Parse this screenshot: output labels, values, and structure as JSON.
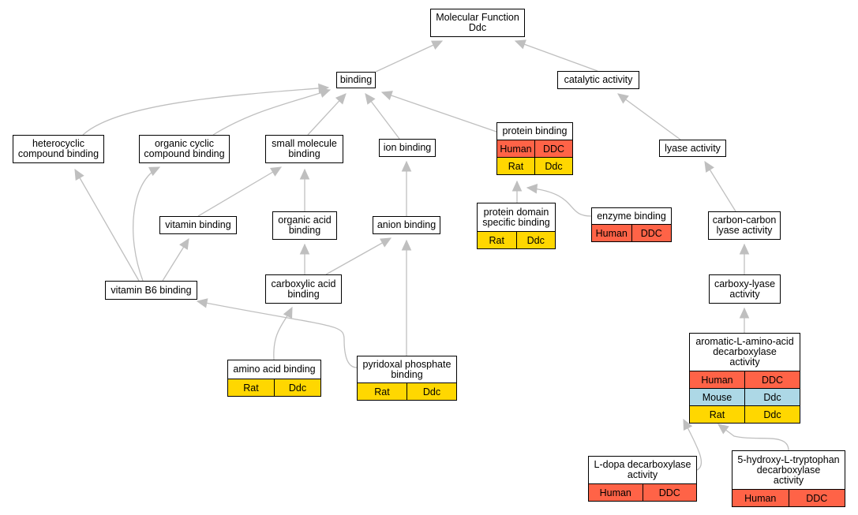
{
  "graph": {
    "colors": {
      "edge": "#bfbfbf",
      "human": "#ff6347",
      "mouse": "#add8e6",
      "rat": "#ffd700",
      "node_border": "#000000",
      "node_background": "#ffffff"
    },
    "nodes": [
      {
        "id": "molecular_function",
        "label": "Molecular Function\nDdc",
        "annotations": []
      },
      {
        "id": "binding",
        "label": "binding",
        "annotations": []
      },
      {
        "id": "catalytic_activity",
        "label": "catalytic activity",
        "annotations": []
      },
      {
        "id": "heterocyclic_compound_binding",
        "label": "heterocyclic\ncompound binding",
        "annotations": []
      },
      {
        "id": "organic_cyclic_compound_binding",
        "label": "organic cyclic\ncompound binding",
        "annotations": []
      },
      {
        "id": "small_molecule_binding",
        "label": "small molecule\nbinding",
        "annotations": []
      },
      {
        "id": "ion_binding",
        "label": "ion binding",
        "annotations": []
      },
      {
        "id": "protein_binding",
        "label": "protein binding",
        "annotations": [
          {
            "species": "Human",
            "gene": "DDC",
            "color": "human"
          },
          {
            "species": "Rat",
            "gene": "Ddc",
            "color": "rat"
          }
        ]
      },
      {
        "id": "lyase_activity",
        "label": "lyase activity",
        "annotations": []
      },
      {
        "id": "vitamin_binding",
        "label": "vitamin binding",
        "annotations": []
      },
      {
        "id": "organic_acid_binding",
        "label": "organic acid\nbinding",
        "annotations": []
      },
      {
        "id": "anion_binding",
        "label": "anion binding",
        "annotations": []
      },
      {
        "id": "protein_domain_specific_binding",
        "label": "protein domain\nspecific binding",
        "annotations": [
          {
            "species": "Rat",
            "gene": "Ddc",
            "color": "rat"
          }
        ]
      },
      {
        "id": "enzyme_binding",
        "label": "enzyme binding",
        "annotations": [
          {
            "species": "Human",
            "gene": "DDC",
            "color": "human"
          }
        ]
      },
      {
        "id": "carbon_carbon_lyase_activity",
        "label": "carbon-carbon\nlyase activity",
        "annotations": []
      },
      {
        "id": "vitamin_b6_binding",
        "label": "vitamin B6 binding",
        "annotations": []
      },
      {
        "id": "carboxylic_acid_binding",
        "label": "carboxylic acid\nbinding",
        "annotations": []
      },
      {
        "id": "carboxy_lyase_activity",
        "label": "carboxy-lyase\nactivity",
        "annotations": []
      },
      {
        "id": "amino_acid_binding",
        "label": "amino acid binding",
        "annotations": [
          {
            "species": "Rat",
            "gene": "Ddc",
            "color": "rat"
          }
        ]
      },
      {
        "id": "pyridoxal_phosphate_binding",
        "label": "pyridoxal phosphate\nbinding",
        "annotations": [
          {
            "species": "Rat",
            "gene": "Ddc",
            "color": "rat"
          }
        ]
      },
      {
        "id": "aromatic_l_amino_acid_decarboxylase_activity",
        "label": "aromatic-L-amino-acid\ndecarboxylase\nactivity",
        "annotations": [
          {
            "species": "Human",
            "gene": "DDC",
            "color": "human"
          },
          {
            "species": "Mouse",
            "gene": "Ddc",
            "color": "mouse"
          },
          {
            "species": "Rat",
            "gene": "Ddc",
            "color": "rat"
          }
        ]
      },
      {
        "id": "l_dopa_decarboxylase_activity",
        "label": "L-dopa decarboxylase\nactivity",
        "annotations": [
          {
            "species": "Human",
            "gene": "DDC",
            "color": "human"
          }
        ]
      },
      {
        "id": "5_hydroxy_l_tryptophan_decarboxylase_activity",
        "label": "5-hydroxy-L-tryptophan\ndecarboxylase\nactivity",
        "annotations": [
          {
            "species": "Human",
            "gene": "DDC",
            "color": "human"
          }
        ]
      }
    ],
    "edges": [
      {
        "from": "binding",
        "to": "molecular_function"
      },
      {
        "from": "catalytic_activity",
        "to": "molecular_function"
      },
      {
        "from": "heterocyclic_compound_binding",
        "to": "binding"
      },
      {
        "from": "organic_cyclic_compound_binding",
        "to": "binding"
      },
      {
        "from": "small_molecule_binding",
        "to": "binding"
      },
      {
        "from": "ion_binding",
        "to": "binding"
      },
      {
        "from": "protein_binding",
        "to": "binding"
      },
      {
        "from": "lyase_activity",
        "to": "catalytic_activity"
      },
      {
        "from": "vitamin_binding",
        "to": "small_molecule_binding"
      },
      {
        "from": "organic_acid_binding",
        "to": "small_molecule_binding"
      },
      {
        "from": "anion_binding",
        "to": "ion_binding"
      },
      {
        "from": "protein_domain_specific_binding",
        "to": "protein_binding"
      },
      {
        "from": "enzyme_binding",
        "to": "protein_binding"
      },
      {
        "from": "carbon_carbon_lyase_activity",
        "to": "lyase_activity"
      },
      {
        "from": "vitamin_b6_binding",
        "to": "heterocyclic_compound_binding"
      },
      {
        "from": "vitamin_b6_binding",
        "to": "organic_cyclic_compound_binding"
      },
      {
        "from": "vitamin_b6_binding",
        "to": "vitamin_binding"
      },
      {
        "from": "carboxylic_acid_binding",
        "to": "organic_acid_binding"
      },
      {
        "from": "carboxylic_acid_binding",
        "to": "anion_binding"
      },
      {
        "from": "carboxy_lyase_activity",
        "to": "carbon_carbon_lyase_activity"
      },
      {
        "from": "amino_acid_binding",
        "to": "carboxylic_acid_binding"
      },
      {
        "from": "pyridoxal_phosphate_binding",
        "to": "anion_binding"
      },
      {
        "from": "pyridoxal_phosphate_binding",
        "to": "vitamin_b6_binding"
      },
      {
        "from": "aromatic_l_amino_acid_decarboxylase_activity",
        "to": "carboxy_lyase_activity"
      },
      {
        "from": "l_dopa_decarboxylase_activity",
        "to": "aromatic_l_amino_acid_decarboxylase_activity"
      },
      {
        "from": "5_hydroxy_l_tryptophan_decarboxylase_activity",
        "to": "aromatic_l_amino_acid_decarboxylase_activity"
      }
    ]
  }
}
